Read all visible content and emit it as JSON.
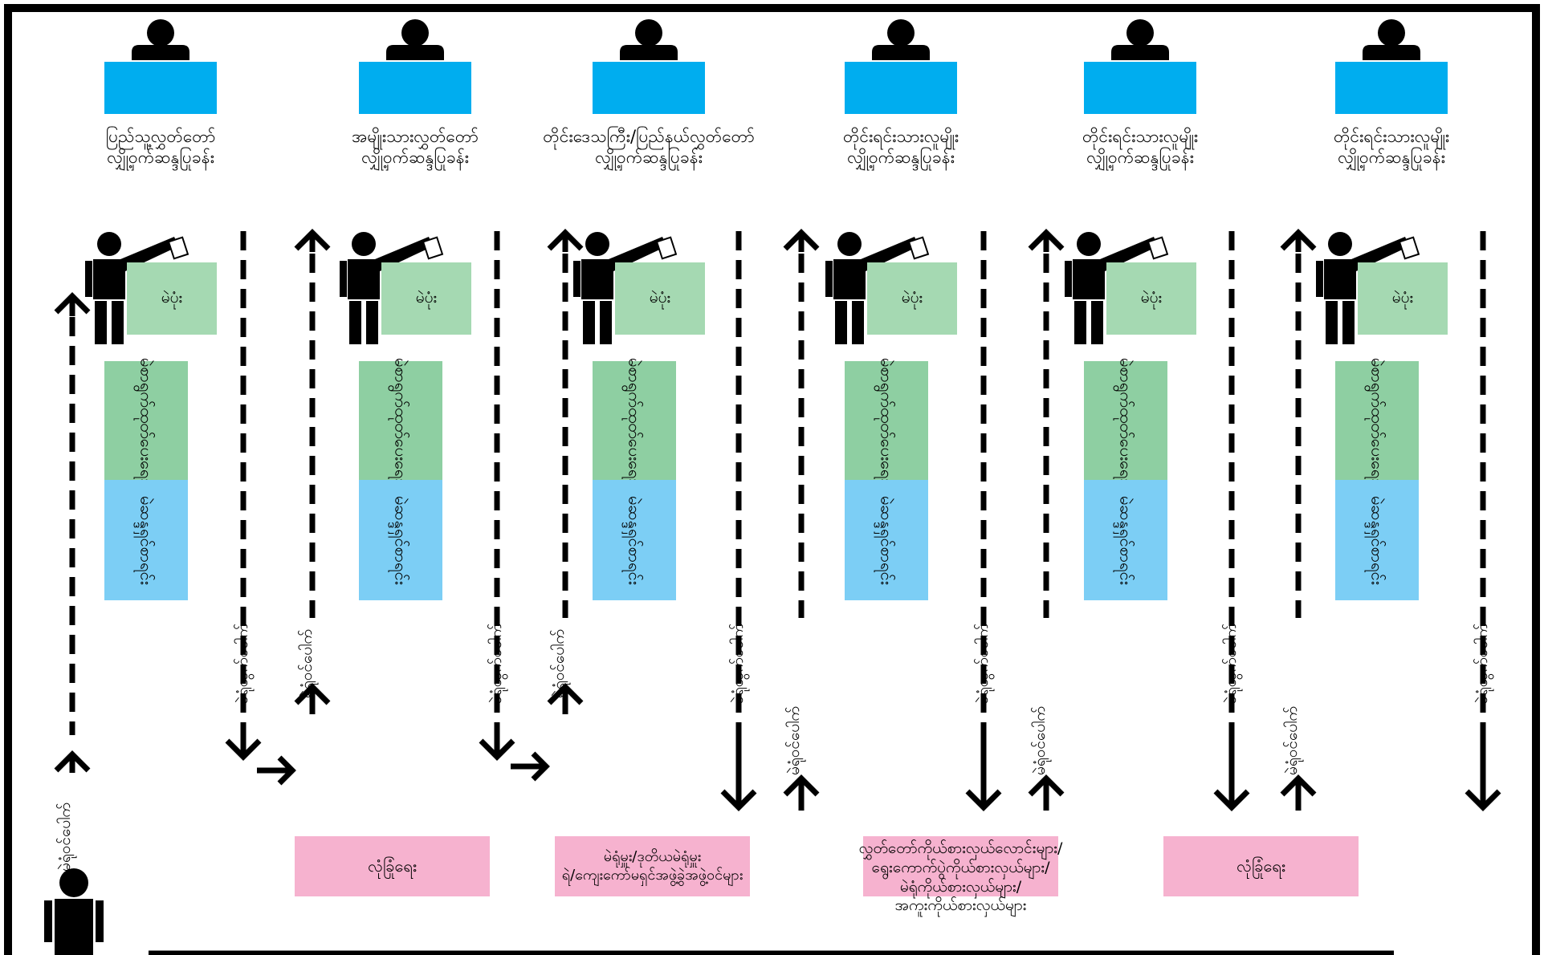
{
  "booths": [
    {
      "title": [
        "ပြည်သူ့လွှတ်တော်",
        "လျှို့ဝှက်ဆန္ဒပြုခန်း"
      ]
    },
    {
      "title": [
        "အမျိုးသားလွှတ်တော်",
        "လျှို့ဝှက်ဆန္ဒပြုခန်း"
      ]
    },
    {
      "title": [
        "တိုင်းဒေသကြီး/ပြည်နယ်လွှတ်တော်",
        "လျှို့ဝှက်ဆန္ဒပြုခန်း"
      ]
    },
    {
      "title": [
        "တိုင်းရင်းသားလူမျိုး",
        "လျှို့ဝှက်ဆန္ဒပြုခန်း"
      ]
    },
    {
      "title": [
        "တိုင်းရင်းသားလူမျိုး",
        "လျှို့ဝှက်ဆန္ဒပြုခန်း"
      ]
    },
    {
      "title": [
        "တိုင်းရင်းသားလူမျိုး",
        "လျှို့ဝှက်ဆန္ဒပြုခန်း"
      ]
    }
  ],
  "ballot_box_label": "မဲပုံး",
  "voter_list_label": "မဲဆန္ဒရှင်စာရင်း",
  "ballot_issue_label": "မဲစာရွက်ထုတ်ပေးရေး",
  "entry_label": "မဲရုံဝင်ပေါက်",
  "exit_label": "မဲရုံထွက်ပေါက်",
  "pink_boxes": [
    {
      "lines": [
        "လုံခြုံရေး"
      ]
    },
    {
      "lines": [
        "မဲရုံမှူး/ဒုတိယမဲရုံမှူး",
        "ရဲ/ကျေးကော်မရှင်အဖွဲ့ခွဲအဖွဲ့ဝင်များ"
      ]
    },
    {
      "lines": [
        "လွှတ်တော်ကိုယ်စားလှယ်လောင်းများ/",
        "ရွေးကောက်ပွဲကိုယ်စားလှယ်များ/",
        "မဲရုံကိုယ်စားလှယ်များ/",
        "အကူးကိုယ်စားလှယ်များ"
      ]
    },
    {
      "lines": [
        "လုံခြုံရေး"
      ]
    }
  ],
  "colors": {
    "booth_blue": "#00adef",
    "ballot_green": "#a5d9b2",
    "issue_green": "#8ecfa2",
    "list_blue": "#7ccef5",
    "pink": "#f6b2cf",
    "ink": "#000000"
  },
  "icons": [
    "official-figure-icon",
    "voter-casting-icon",
    "voter-standing-icon"
  ]
}
